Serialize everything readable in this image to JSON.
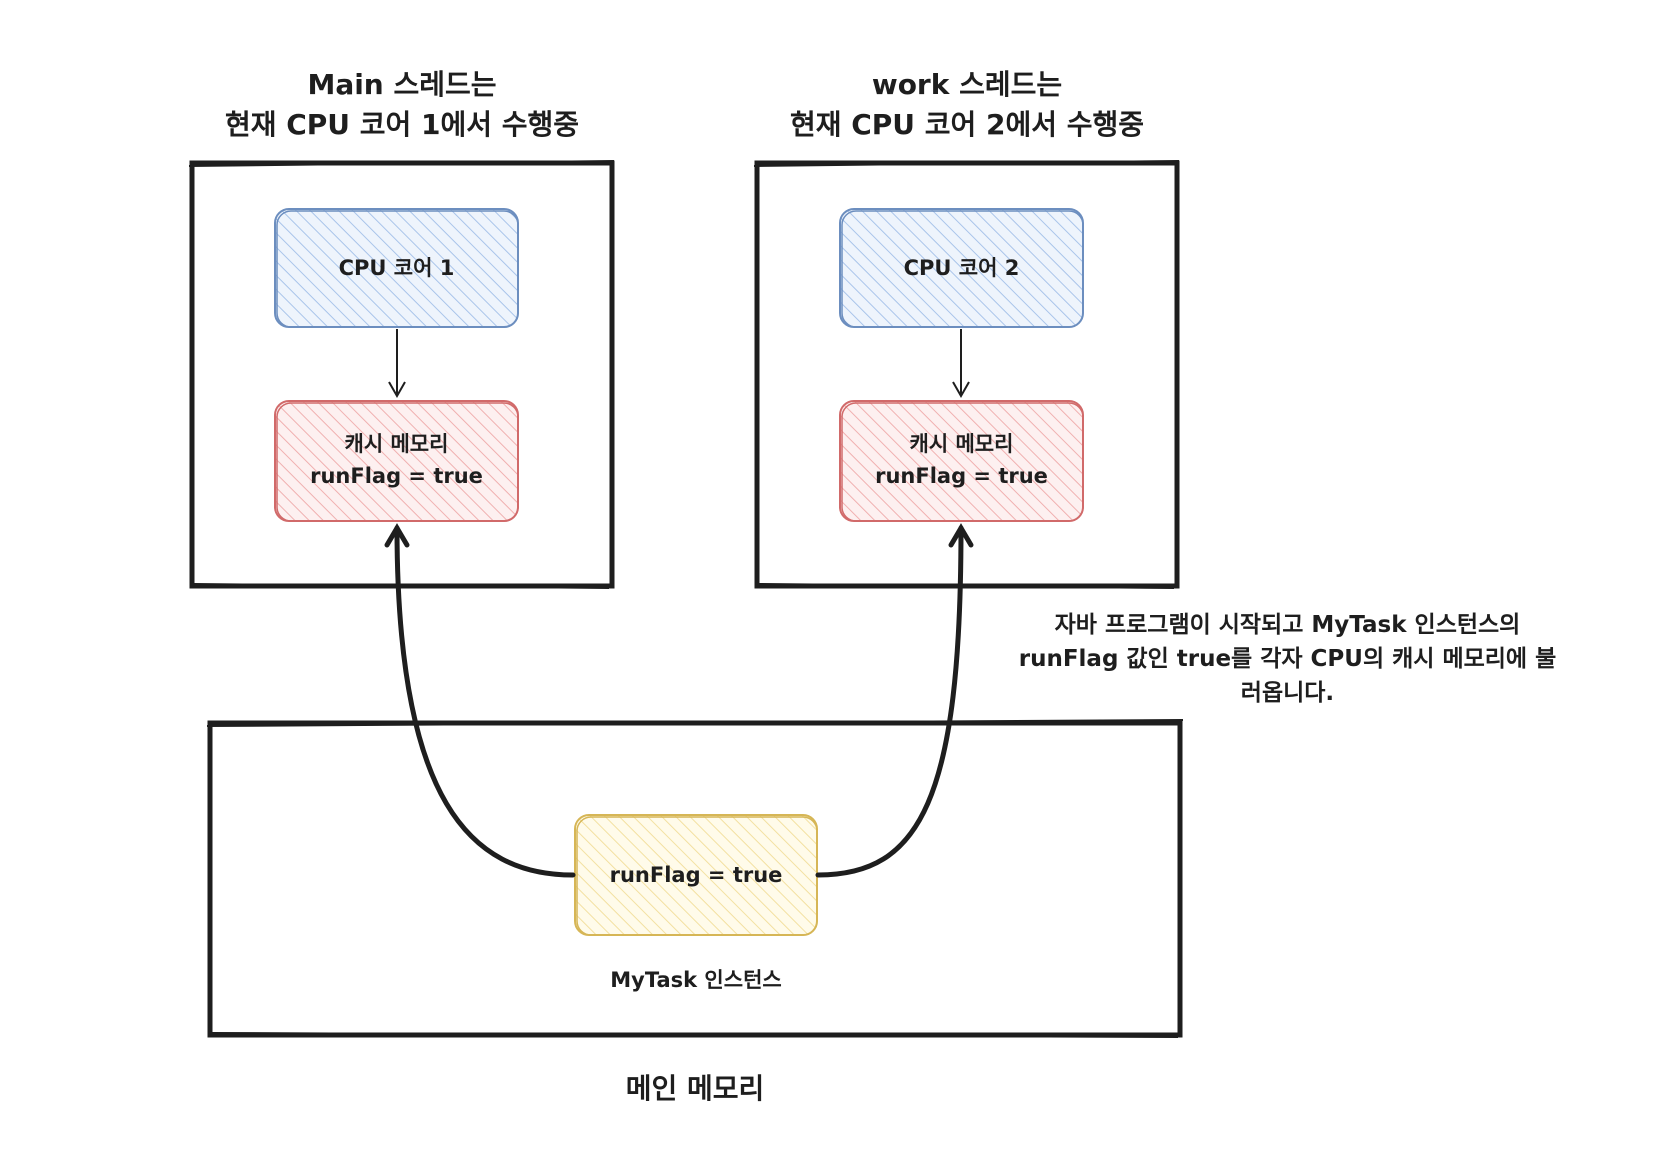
{
  "threads": [
    {
      "title_line1": "Main 스레드는",
      "title_line2": "현재 CPU 코어 1에서 수행중",
      "cpu_label": "CPU 코어 1",
      "cache_label_line1": "캐시 메모리",
      "cache_label_line2": "runFlag = true"
    },
    {
      "title_line1": "work 스레드는",
      "title_line2": "현재 CPU 코어 2에서 수행중",
      "cpu_label": "CPU 코어 2",
      "cache_label_line1": "캐시 메모리",
      "cache_label_line2": "runFlag = true"
    }
  ],
  "main_memory": {
    "label": "메인 메모리",
    "instance_value": "runFlag = true",
    "instance_label": "MyTask 인스턴스"
  },
  "annotation": {
    "line1": "자바 프로그램이 시작되고 MyTask 인스턴스의",
    "line2": "runFlag 값인 true를 각자 CPU의 캐시 메모리에 불",
    "line3": "러옵니다."
  },
  "colors": {
    "stroke": "#1e1e1e",
    "cpu_stroke": "#6c8ebf",
    "cpu_fill": "#dae8fc",
    "cache_stroke": "#d16a6a",
    "cache_fill": "#f8cecc",
    "instance_stroke": "#d6b656",
    "instance_fill": "#fff2cc"
  }
}
